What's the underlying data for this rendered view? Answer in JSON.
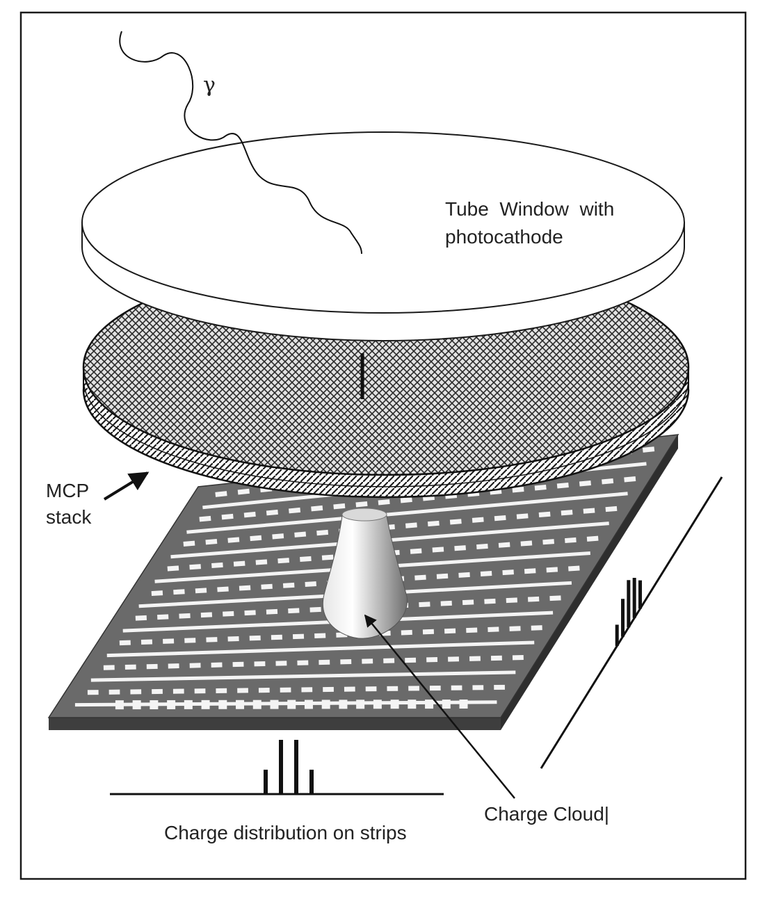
{
  "figure": {
    "gamma_symbol": "γ",
    "labels": {
      "tube_window_line1": "Tube  Window  with",
      "tube_window_line2": "photocathode",
      "mcp_line1": "MCP",
      "mcp_line2": "stack",
      "charge_cloud": "Charge Cloud|",
      "charge_distribution": "Charge distribution on strips"
    },
    "colors": {
      "ink": "#1a1a1a",
      "board_top": "#6a6a6a",
      "board_edge": "#3e3e3e",
      "strip": "#f4f4f4",
      "mesh_bg": "#dcdcdc"
    },
    "histograms": {
      "bottom_pulse_heights": [
        0.45,
        1.0,
        1.0,
        0.45
      ],
      "side_pulse_heights": [
        0.45,
        0.8,
        1.0,
        0.85,
        0.6
      ]
    },
    "icons": {
      "gamma_ray": "wavy-photon-path",
      "charge_cloud": "cone-droplet"
    }
  }
}
